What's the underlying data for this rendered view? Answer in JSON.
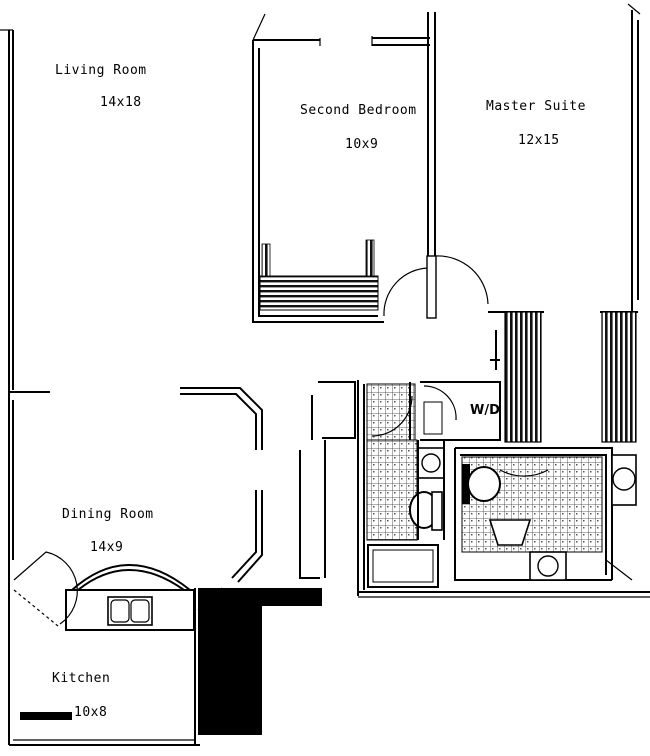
{
  "rooms": {
    "living": {
      "name": "Living Room",
      "size": "14x18"
    },
    "second_bedroom": {
      "name": "Second Bedroom",
      "size": "10x9"
    },
    "master": {
      "name": "Master Suite",
      "size": "12x15"
    },
    "dining": {
      "name": "Dining Room",
      "size": "14x9"
    },
    "kitchen": {
      "name": "Kitchen",
      "size": "10x8"
    },
    "laundry": {
      "name": "W/D"
    }
  },
  "colors": {
    "ink": "#000000",
    "paper": "#ffffff",
    "hatch": "#1a1a1a"
  }
}
